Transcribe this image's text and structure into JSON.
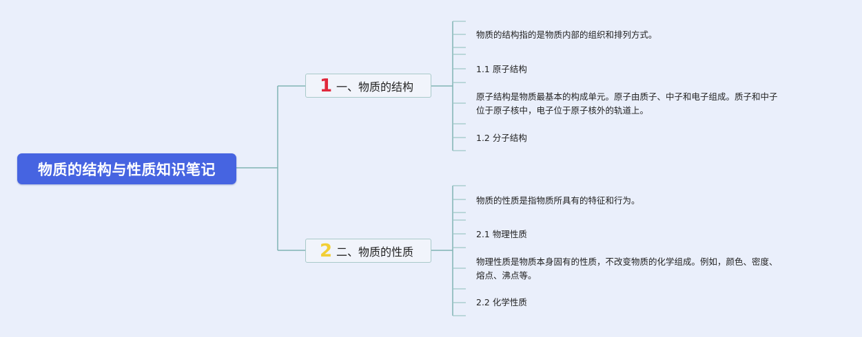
{
  "root": {
    "title": "物质的结构与性质知识笔记"
  },
  "branches": [
    {
      "number": "1",
      "number_color": "#e0283c",
      "label": "一、物质的结构",
      "leaves": [
        {
          "text": "物质的结构指的是物质内部的组织和排列方式。"
        },
        {
          "text": "1.1 原子结构"
        },
        {
          "text": "原子结构是物质最基本的构成单元。原子由质子、中子和电子组成。质子和中子"
        },
        {
          "text": "位于原子核中，电子位于原子核外的轨道上。"
        },
        {
          "text": "1.2 分子结构"
        }
      ]
    },
    {
      "number": "2",
      "number_color": "#f2cf35",
      "label": "二、物质的性质",
      "leaves": [
        {
          "text": "物质的性质是指物质所具有的特征和行为。"
        },
        {
          "text": "2.1 物理性质"
        },
        {
          "text": "物理性质是物质本身固有的性质，不改变物质的化学组成。例如，颜色、密度、"
        },
        {
          "text": "熔点、沸点等。"
        },
        {
          "text": "2.2 化学性质"
        }
      ]
    }
  ],
  "colors": {
    "background": "#eaeffb",
    "root_fill": "#4664e1",
    "connector": "#7fb3b3",
    "leaf_tick": "#9ec6c6"
  }
}
